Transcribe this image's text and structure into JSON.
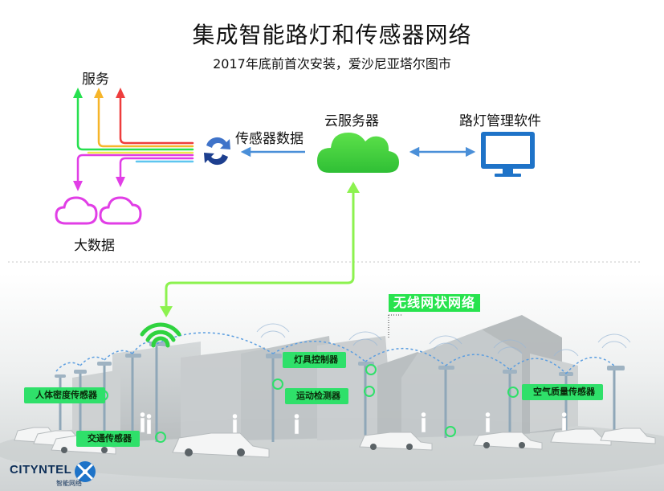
{
  "title": "集成智能路灯和传感器网络",
  "subtitle": "2017年底前首次安装，爱沙尼亚塔尔图市",
  "nodes": {
    "services": "服务",
    "big_data": "大数据",
    "sensor_data": "传感器数据",
    "cloud_server": "云服务器",
    "lamp_software": "路灯管理软件"
  },
  "network_label": "无线网状网络",
  "sensor_tags": {
    "lamp_controller": "灯具控制器",
    "presence_sensor": "人体密度传感器",
    "motion_detector": "运动检测器",
    "air_quality": "空气质量传感器",
    "traffic_sensor": "交通传感器"
  },
  "logo": {
    "name": "CITYNTEL",
    "tagline": "智能网络"
  },
  "colors": {
    "green": "#27e04f",
    "light_green": "#8cf24f",
    "blue": "#4a8fd8",
    "navy": "#1d3f8f",
    "magenta": "#e13ee6",
    "orange": "#f6b52a",
    "red": "#ee3d3d",
    "monitor": "#1e73c8"
  }
}
